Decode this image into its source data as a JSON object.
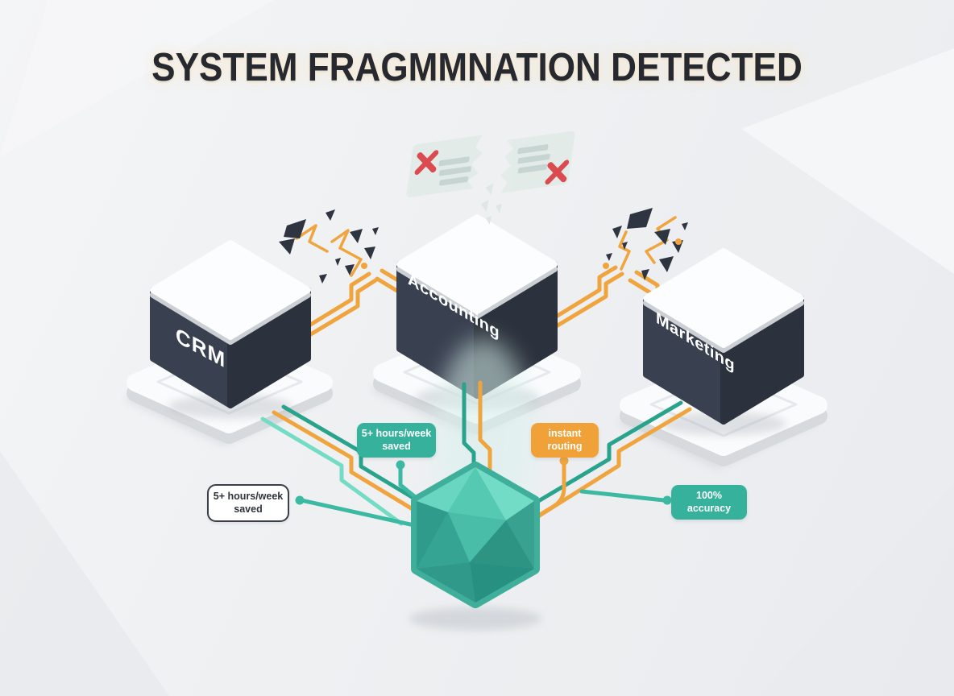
{
  "title": "SYSTEM FRAGMMNATION DETECTED",
  "systems": [
    {
      "label": "CRM"
    },
    {
      "label": "Accounting"
    },
    {
      "label": "Marketing"
    }
  ],
  "badges": [
    {
      "text": "5+ hours/week saved",
      "style": "teal"
    },
    {
      "text": "instant routing",
      "style": "orange"
    },
    {
      "text": "5+ hours/week saved",
      "style": "outline"
    },
    {
      "text": "100% accuracy",
      "style": "teal"
    }
  ],
  "decorations": {
    "broken_connections": 2,
    "failed_sync_documents": 2,
    "error_marks": "red-x",
    "hub_shape": "teal-faceted-polyhedron"
  },
  "colors": {
    "background": "#eef0f2",
    "title_text": "#26292f",
    "cube_left_face": "#394050",
    "cube_right_face": "#2c323d",
    "cube_top": "#fcfdfe",
    "platform": "#fafbfc",
    "teal_badge": "#36b29c",
    "teal_line_dark": "#2aa38c",
    "teal_line_light": "#74dcc4",
    "orange": "#f0a43e",
    "error_red": "#d93a3f",
    "hub_teal": "#3faf9b"
  }
}
